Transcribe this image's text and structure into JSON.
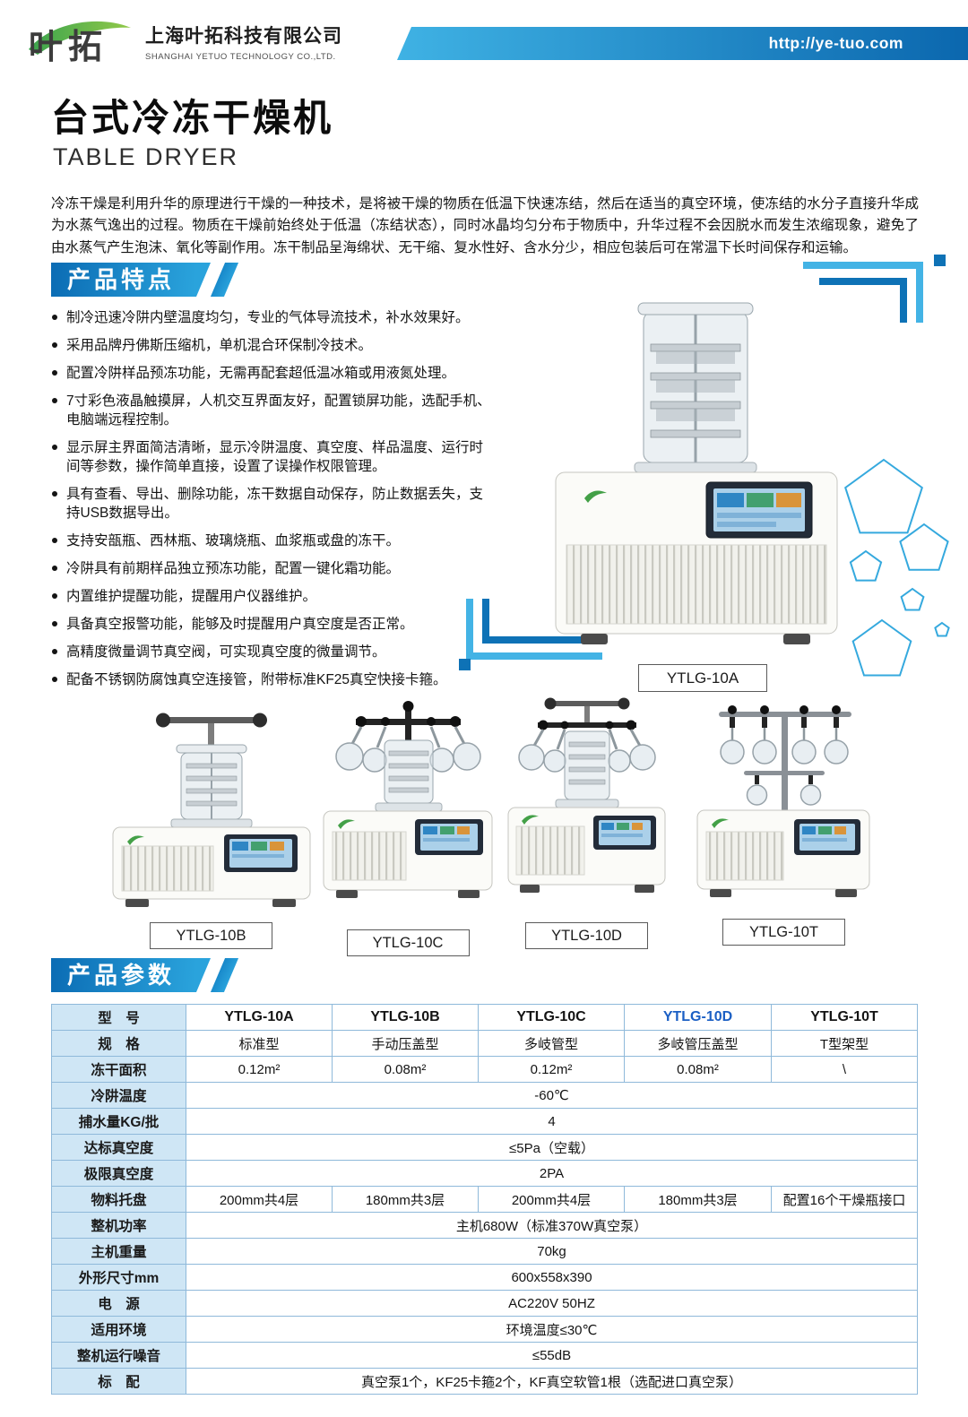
{
  "colors": {
    "accent_blue_dark": "#0e72b6",
    "accent_blue_light": "#43b3e5",
    "banner_gradient_start": "#0b6cb4",
    "banner_gradient_end": "#2aa3dc",
    "table_header_bg": "#cfe6f5",
    "table_border": "#8fb9da",
    "highlight_model": "#1b5fc4",
    "logo_green": "#43a047"
  },
  "header": {
    "logo_text": "叶拓",
    "company_cn": "上海叶拓科技有限公司",
    "company_en": "SHANGHAI YETUO TECHNOLOGY CO.,LTD.",
    "url": "http://ye-tuo.com"
  },
  "title": {
    "cn": "台式冷冻干燥机",
    "en": "TABLE DRYER"
  },
  "intro": "冷冻干燥是利用升华的原理进行干燥的一种技术，是将被干燥的物质在低温下快速冻结，然后在适当的真空环境，使冻结的水分子直接升华成为水蒸气逸出的过程。物质在干燥前始终处于低温（冻结状态），同时冰晶均匀分布于物质中，升华过程不会因脱水而发生浓缩现象，避免了由水蒸气产生泡沫、氧化等副作用。冻干制品呈海绵状、无干缩、复水性好、含水分少，相应包装后可在常温下长时间保存和运输。",
  "features": {
    "title": "产品特点",
    "items": [
      "制冷迅速冷阱内壁温度均匀，专业的气体导流技术，补水效果好。",
      "采用品牌丹佛斯压缩机，单机混合环保制冷技术。",
      "配置冷阱样品预冻功能，无需再配套超低温冰箱或用液氮处理。",
      "7寸彩色液晶触摸屏，人机交互界面友好，配置锁屏功能，选配手机、电脑端远程控制。",
      "显示屏主界面简洁清晰，显示冷阱温度、真空度、样品温度、运行时间等参数，操作简单直接，设置了误操作权限管理。",
      "具有查看、导出、删除功能，冻干数据自动保存，防止数据丢失，支持USB数据导出。",
      "支持安瓿瓶、西林瓶、玻璃烧瓶、血浆瓶或盘的冻干。",
      "冷阱具有前期样品独立预冻功能，配置一键化霜功能。",
      "内置维护提醒功能，提醒用户仪器维护。",
      "具备真空报警功能，能够及时提醒用户真空度是否正常。",
      "高精度微量调节真空阀，可实现真空度的微量调节。",
      "配备不锈钢防腐蚀真空连接管，附带标准KF25真空快接卡箍。"
    ]
  },
  "showcase": {
    "main_label": "YTLG-10A"
  },
  "products": [
    {
      "label": "YTLG-10B"
    },
    {
      "label": "YTLG-10C"
    },
    {
      "label": "YTLG-10D"
    },
    {
      "label": "YTLG-10T"
    }
  ],
  "params": {
    "title": "产品参数",
    "rows": [
      {
        "label": "型　号",
        "cells": [
          "YTLG-10A",
          "YTLG-10B",
          "YTLG-10C",
          "YTLG-10D",
          "YTLG-10T"
        ]
      },
      {
        "label": "规　格",
        "cells": [
          "标准型",
          "手动压盖型",
          "多岐管型",
          "多岐管压盖型",
          "T型架型"
        ]
      },
      {
        "label": "冻干面积",
        "cells": [
          "0.12m²",
          "0.08m²",
          "0.12m²",
          "0.08m²",
          "\\"
        ]
      },
      {
        "label": "冷阱温度",
        "cells": [
          "-60℃"
        ]
      },
      {
        "label": "捕水量KG/批",
        "cells": [
          "4"
        ]
      },
      {
        "label": "达标真空度",
        "cells": [
          "≤5Pa（空载）"
        ]
      },
      {
        "label": "极限真空度",
        "cells": [
          "2PA"
        ]
      },
      {
        "label": "物料托盘",
        "cells": [
          "200mm共4层",
          "180mm共3层",
          "200mm共4层",
          "180mm共3层",
          "配置16个干燥瓶接口"
        ]
      },
      {
        "label": "整机功率",
        "cells": [
          "主机680W（标准370W真空泵）"
        ]
      },
      {
        "label": "主机重量",
        "cells": [
          "70kg"
        ]
      },
      {
        "label": "外形尺寸mm",
        "cells": [
          "600x558x390"
        ]
      },
      {
        "label": "电　源",
        "cells": [
          "AC220V 50HZ"
        ]
      },
      {
        "label": "适用环境",
        "cells": [
          "环境温度≤30℃"
        ]
      },
      {
        "label": "整机运行噪音",
        "cells": [
          "≤55dB"
        ]
      },
      {
        "label": "标　配",
        "cells": [
          "真空泵1个，KF25卡箍2个，KF真空软管1根（选配进口真空泵）"
        ]
      }
    ]
  }
}
